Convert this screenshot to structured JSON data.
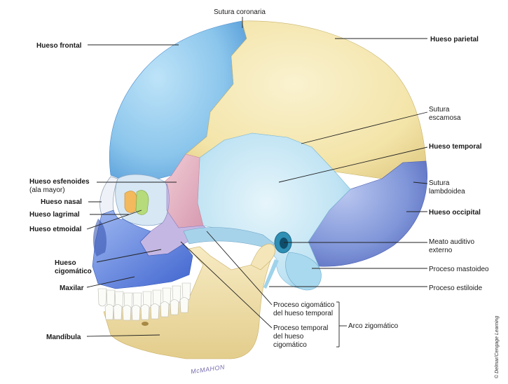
{
  "labels": {
    "sutura_coronaria": "Sutura coronaria",
    "hueso_frontal": "Hueso frontal",
    "hueso_parietal": "Hueso parietal",
    "sutura_escamosa_1": "Sutura",
    "sutura_escamosa_2": "escamosa",
    "hueso_temporal": "Hueso temporal",
    "sutura_lambdoidea_1": "Sutura",
    "sutura_lambdoidea_2": "lambdoidea",
    "hueso_occipital": "Hueso occipital",
    "hueso_esfenoides": "Hueso esfenoides",
    "ala_mayor": "(ala mayor)",
    "hueso_nasal": "Hueso nasal",
    "hueso_lagrimal": "Hueso lagrimal",
    "hueso_etmoidal": "Hueso etmoidal",
    "hueso_cigomatico_1": "Hueso",
    "hueso_cigomatico_2": "cigomático",
    "maxilar": "Maxilar",
    "mandibula": "Mandíbula",
    "meato_1": "Meato auditivo",
    "meato_2": "externo",
    "proceso_mastoideo": "Proceso mastoideo",
    "proceso_estiloide": "Proceso estiloide",
    "pc_ht_1": "Proceso cigomático",
    "pc_ht_2": "del hueso temporal",
    "pt_hc_1": "Proceso temporal",
    "pt_hc_2": "del hueso",
    "pt_hc_3": "cigomático",
    "arco_zigomatico": "Arco zigomático"
  },
  "credit": "© Delmar/Cengage Learning",
  "signature": "McMAHON",
  "colors": {
    "frontal": "#8cc6ec",
    "parietal": "#f3e4a8",
    "temporal": "#bfe3f3",
    "occipital": "#7f95d8",
    "sphenoid": "#e7b7c4",
    "zygomatic": "#c5b7e3",
    "maxilla": "#6f94e6",
    "mandible": "#f1dfa9",
    "nasal": "#ecf0f6",
    "lacrimal": "#f3b95c",
    "ethmoid": "#b6db7a",
    "teeth": "#fbfbf8",
    "line": "#222222"
  }
}
